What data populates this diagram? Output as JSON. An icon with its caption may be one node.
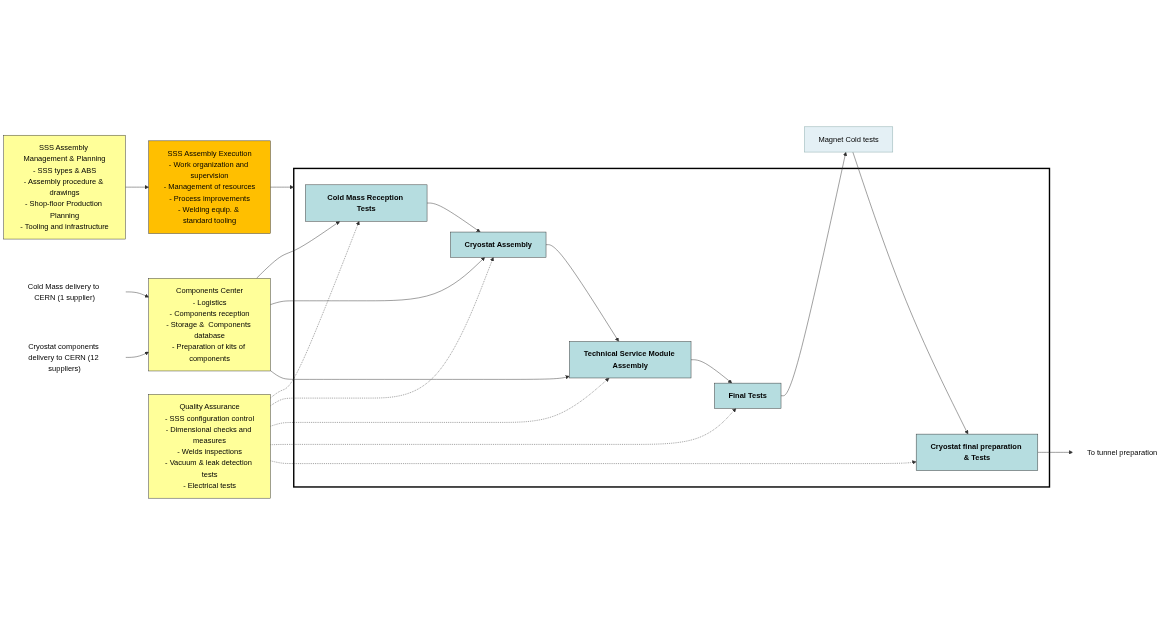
{
  "diagram": {
    "nodes": [
      {
        "text": [
          "SSS Assembly Management & Planning",
          "- SSS types & ABS",
          "- Assembly procedure & drawings",
          "- Shop-floor Production Planning",
          "- Tooling and infrastructure"
        ]
      },
      {
        "text": [
          "SSS Assembly Execution",
          "- Work organization and supervision",
          "- Management of resources",
          "- Process improvements",
          "- Welding equip. & standard tooling"
        ]
      },
      {
        "text": [
          "Magnet Cold tests"
        ]
      },
      {
        "text": [],
        "shape": "box"
      },
      {
        "text": [
          "Cold Mass Reception Tests"
        ],
        "in": 3
      },
      {
        "text": [
          "Cryostat Assembly"
        ],
        "in": 3
      },
      {
        "text": [
          "Technical Service Module Assembly"
        ],
        "in": 3
      },
      {
        "text": [
          "Final Tests"
        ],
        "in": 3
      },
      {
        "text": [
          "Cryostat final preparation & Tests"
        ],
        "in": 3
      },
      {
        "text": [
          "To tunnel preparation"
        ]
      },
      {
        "text": [
          "Cold Mass delivery to CERN (1 supplier)"
        ]
      },
      {
        "text": [
          "Cryostat components delivery to CERN (12 suppliers)"
        ]
      },
      {
        "text": [
          "Components Center",
          "- Logistics",
          "- Components reception",
          "- Storage &  Components database",
          "- Preparation of kits of components"
        ]
      },
      {
        "text": [
          "Quality Assurance",
          "- SSS configuration control",
          "- Dimensional checks and measures",
          "- Welds inspections",
          "- Vacuum & leak detection tests",
          "- Electrical tests"
        ]
      }
    ],
    "edges": [
      {
        "from": 0,
        "to": 1,
        "arrow": "to"
      },
      {
        "from": 1,
        "to": 3,
        "arrow": "to"
      },
      {
        "from": 4,
        "to": 5,
        "arrow": "to"
      },
      {
        "from": 5,
        "to": 6,
        "arrow": "to"
      },
      {
        "from": 6,
        "to": 7,
        "arrow": "to"
      },
      {
        "from": 7,
        "to": 2,
        "arrow": "to"
      },
      {
        "from": 2,
        "to": 8,
        "arrow": "to"
      },
      {
        "from": 8,
        "to": 9,
        "arrow": "to"
      },
      {
        "from": 10,
        "to": 12,
        "arrow": "to"
      },
      {
        "from": 11,
        "to": 12,
        "arrow": "to"
      },
      {
        "from": 12,
        "to": 4,
        "arrow": "to"
      },
      {
        "from": 12,
        "to": 5,
        "arrow": "to"
      },
      {
        "from": 12,
        "to": 6,
        "arrow": "to"
      },
      {
        "from": 13,
        "to": 4,
        "arrow": "to",
        "style": "dashed"
      },
      {
        "from": 13,
        "to": 5,
        "arrow": "to",
        "style": "dashed"
      },
      {
        "from": 13,
        "to": 6,
        "arrow": "to",
        "style": "dashed"
      },
      {
        "from": 13,
        "to": 7,
        "arrow": "to",
        "style": "dashed"
      },
      {
        "from": 13,
        "to": 8,
        "arrow": "to",
        "style": "dashed"
      }
    ]
  }
}
